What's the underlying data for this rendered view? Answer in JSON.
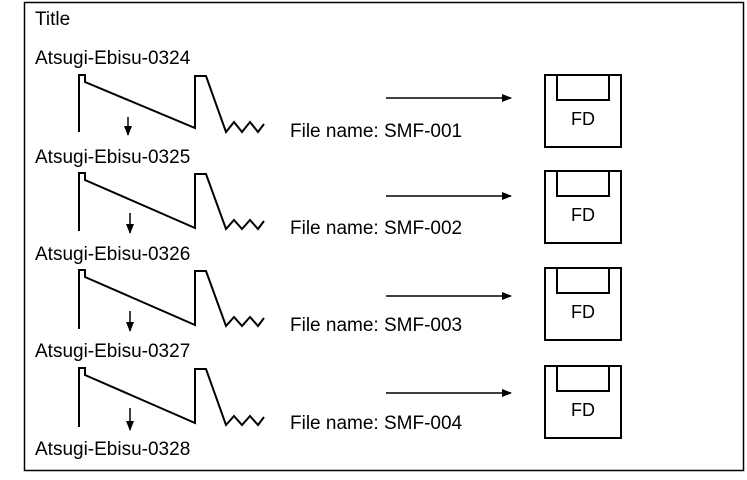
{
  "title": "Title",
  "titles": [
    "Atsugi-Ebisu-0324",
    "Atsugi-Ebisu-0325",
    "Atsugi-Ebisu-0326",
    "Atsugi-Ebisu-0327",
    "Atsugi-Ebisu-0328"
  ],
  "files": [
    {
      "name": "File name: SMF-001",
      "disk_label": "FD"
    },
    {
      "name": "File name: SMF-002",
      "disk_label": "FD"
    },
    {
      "name": "File name: SMF-003",
      "disk_label": "FD"
    },
    {
      "name": "File name: SMF-004",
      "disk_label": "FD"
    }
  ]
}
